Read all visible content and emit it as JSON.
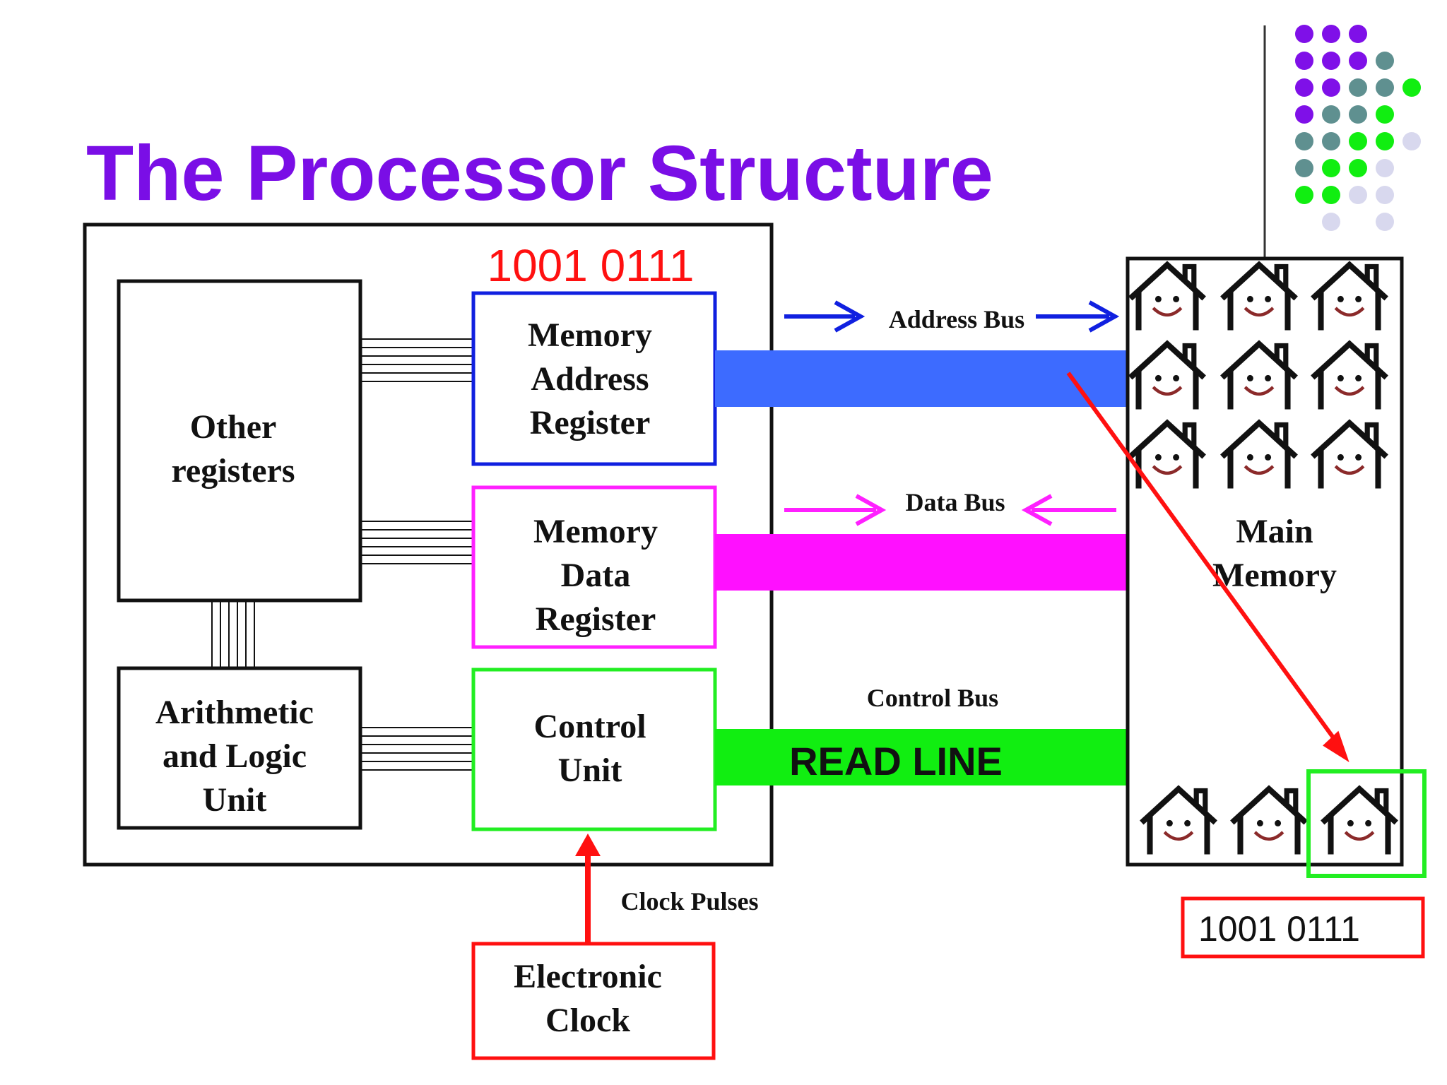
{
  "title": "The Processor Structure",
  "colors": {
    "title": "#7a0ee6",
    "mar_border": "#1020e0",
    "mdr_border": "#ff20ff",
    "cu_border": "#22ee22",
    "address_bus": "#3d6bff",
    "data_bus": "#ff10ff",
    "control_bus": "#11ee11",
    "clock": "#ff1010",
    "dot_purple": "#7f10e8",
    "dot_teal": "#5f9090",
    "dot_green": "#11ee11",
    "dot_lavender": "#d8d8ee"
  },
  "processor": {
    "mar_value": "1001 0111",
    "other_registers": [
      "Other",
      "registers"
    ],
    "alu": [
      "Arithmetic",
      "and Logic",
      "Unit"
    ],
    "mar": [
      "Memory",
      "Address",
      "Register"
    ],
    "mdr": [
      "Memory",
      "Data",
      "Register"
    ],
    "control_unit": [
      "Control",
      "Unit"
    ]
  },
  "buses": {
    "address": "Address Bus",
    "data": "Data Bus",
    "control": "Control Bus",
    "read_line": "READ LINE"
  },
  "clock": {
    "label": [
      "Electronic",
      "Clock"
    ],
    "pulses": "Clock Pulses"
  },
  "memory": {
    "label": [
      "Main",
      "Memory"
    ],
    "value": "1001 0111",
    "cell_icon": "smiling-house-icon"
  }
}
